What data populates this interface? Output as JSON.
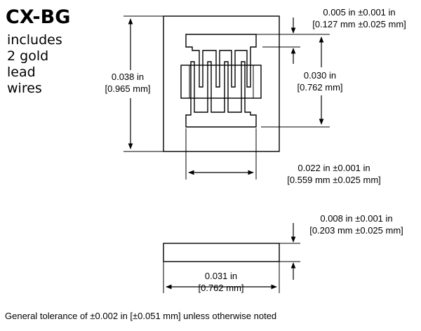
{
  "title": "CX-BG",
  "subtitle_lines": [
    "includes",
    "2 gold",
    "lead",
    "wires"
  ],
  "dims": {
    "height_total": {
      "in": "0.038 in",
      "mm": "[0.965 mm]"
    },
    "top_pad": {
      "in": "0.005 in ±0.001 in",
      "mm": "[0.127 mm ±0.025 mm]"
    },
    "inner_height": {
      "in": "0.030 in",
      "mm": "[0.762 mm]"
    },
    "inner_width": {
      "in": "0.022 in ±0.001 in",
      "mm": "[0.559 mm ±0.025 mm]"
    },
    "thickness": {
      "in": "0.008 in ±0.001 in",
      "mm": "[0.203 mm ±0.025 mm]"
    },
    "side_width": {
      "in": "0.031 in",
      "mm": "[0.762 mm]"
    }
  },
  "footer": "General tolerance of ±0.002 in [±0.051 mm] unless otherwise noted"
}
